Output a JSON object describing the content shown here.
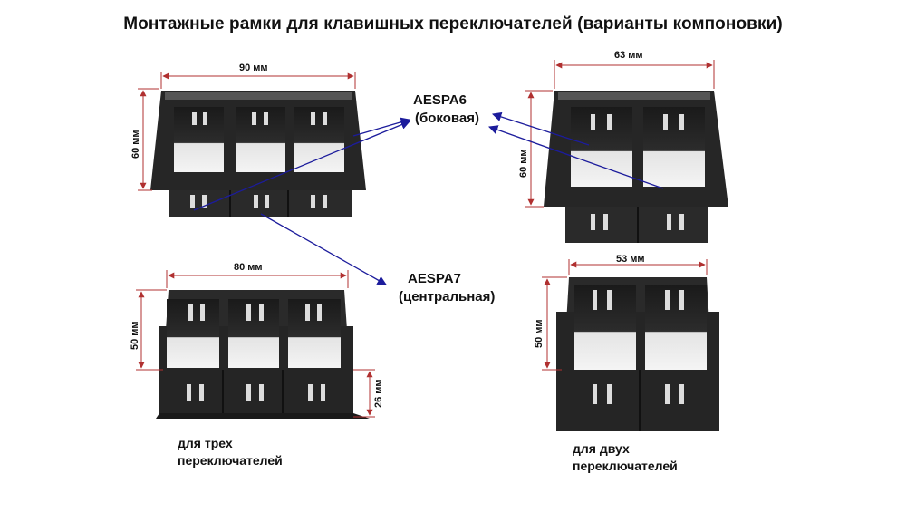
{
  "title": "Монтажные рамки для клавишных переключателей (варианты компоновки)",
  "dimensions": {
    "top_left_width": "90 мм",
    "top_left_height": "60 мм",
    "top_right_width": "63 мм",
    "top_right_height": "60 мм",
    "bottom_left_width": "80 мм",
    "bottom_left_height": "50 мм",
    "bottom_left_depth": "26 мм",
    "bottom_right_width": "53 мм",
    "bottom_right_height": "50 мм"
  },
  "parts": {
    "side": {
      "code": "AESPA6",
      "name": "(боковая)"
    },
    "center": {
      "code": "AESPA7",
      "name": "(центральная)"
    }
  },
  "captions": {
    "three": [
      "для трех",
      "переключателей"
    ],
    "two": [
      "для двух",
      "переключателей"
    ]
  },
  "colors": {
    "dimension_arrow": "#b03030",
    "callout_arrow": "#1c1c9c",
    "frame": "#2b2b2b"
  }
}
